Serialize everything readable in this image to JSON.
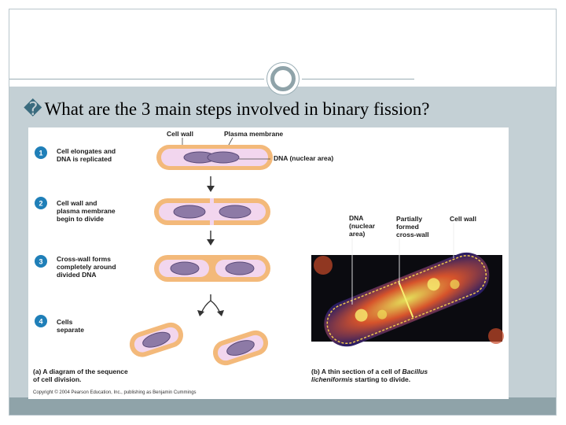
{
  "slide": {
    "bullet": "�",
    "question": "What are the 3 main steps involved in binary fission?"
  },
  "figure": {
    "top_labels": {
      "cell_wall": "Cell wall",
      "plasma_membrane": "Plasma membrane",
      "dna": "DNA (nuclear area)"
    },
    "steps": [
      {
        "number": "1",
        "lines": [
          "Cell elongates and",
          "DNA is replicated"
        ]
      },
      {
        "number": "2",
        "lines": [
          "Cell wall and",
          "plasma membrane",
          "begin to divide"
        ]
      },
      {
        "number": "3",
        "lines": [
          "Cross-wall forms",
          "completely around",
          "divided DNA"
        ]
      },
      {
        "number": "4",
        "lines": [
          "Cells",
          "separate"
        ]
      }
    ],
    "micro_labels": {
      "dna": [
        "DNA",
        "(nuclear",
        "area)"
      ],
      "cross_wall": [
        "Partially",
        "formed",
        "cross-wall"
      ],
      "cell_wall": "Cell wall"
    },
    "caption_a": [
      "(a) A diagram of the sequence",
      "of cell division."
    ],
    "caption_b_prefix": "(b) A thin section of a cell of ",
    "caption_b_genus": "Bacillus",
    "caption_b_species": "licheniformis",
    "caption_b_rest": " starting to divide.",
    "copyright": "Copyright © 2004 Pearson Education, Inc., publishing as Benjamin Cummings",
    "colors": {
      "step_badge": "#1f7fb8",
      "cell_wall": "#f3b97a",
      "membrane": "#e9c6e6",
      "dna": "#8d7aa6"
    }
  }
}
